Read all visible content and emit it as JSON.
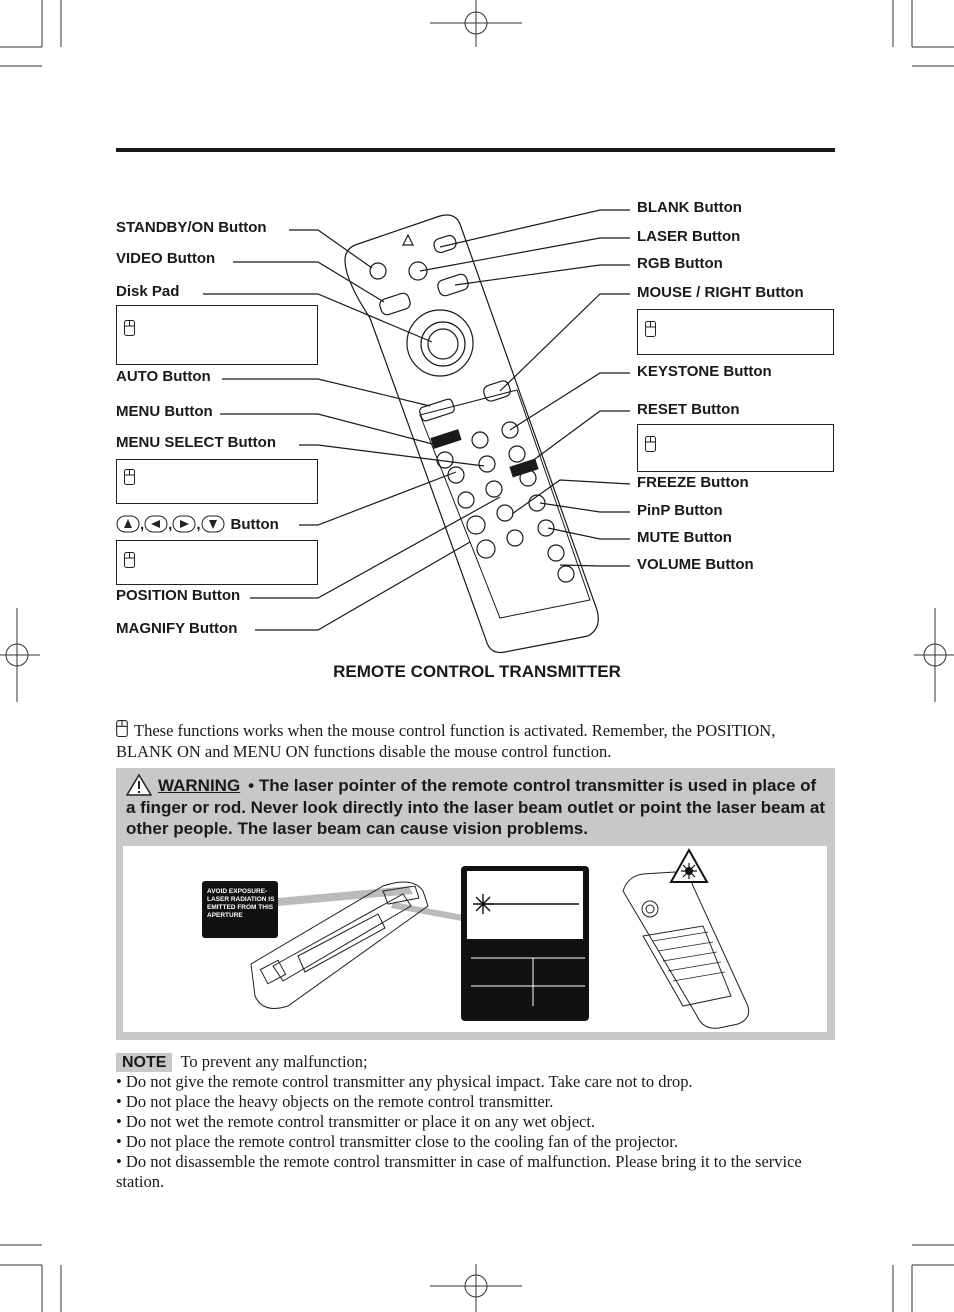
{
  "labels": {
    "standby": "STANDBY/ON Button",
    "video": "VIDEO Button",
    "disk_pad": "Disk Pad",
    "auto": "AUTO Button",
    "menu": "MENU Button",
    "menu_select": "MENU SELECT Button",
    "arrows_button": "Button",
    "position": "POSITION Button",
    "magnify": "MAGNIFY Button",
    "blank": "BLANK Button",
    "laser": "LASER Button",
    "rgb": "RGB Button",
    "mouse_right": "MOUSE / RIGHT Button",
    "keystone": "KEYSTONE Button",
    "reset": "RESET Button",
    "freeze": "FREEZE Button",
    "pinp": "PinP Button",
    "mute": "MUTE Button",
    "volume": "VOLUME Button"
  },
  "arrow_separators": [
    ",",
    ",",
    ","
  ],
  "caption": "REMOTE CONTROL TRANSMITTER",
  "footnote": "These functions works when the mouse control function is activated. Remember, the POSITION, BLANK ON and MENU ON functions disable the mouse control function.",
  "warning": {
    "tag": "WARNING",
    "text": "• The laser pointer of the remote control transmitter is used in place of a finger or rod. Never look directly into the laser beam outlet or point the laser beam at other people. The laser beam can cause vision problems.",
    "sticker": "AVOID EXPOSURE- LASER RADIATION IS EMITTED FROM THIS APERTURE"
  },
  "note": {
    "tag": "NOTE",
    "intro": "To prevent any malfunction;",
    "items": [
      "• Do not give the remote control transmitter any physical impact. Take care not to drop.",
      "• Do not place the heavy objects on the remote control transmitter.",
      "• Do not wet the remote control transmitter or place it on any wet object.",
      "• Do not place the remote control transmitter close to the cooling fan of the projector.",
      "• Do not disassemble the remote control transmitter in case of malfunction. Please bring it to the service station."
    ]
  },
  "icons": [
    "mouse-icon",
    "up-arrow-icon",
    "left-arrow-icon",
    "right-arrow-icon",
    "down-arrow-icon",
    "warning-triangle-icon",
    "laser-hazard-icon",
    "laser-burst-icon"
  ]
}
